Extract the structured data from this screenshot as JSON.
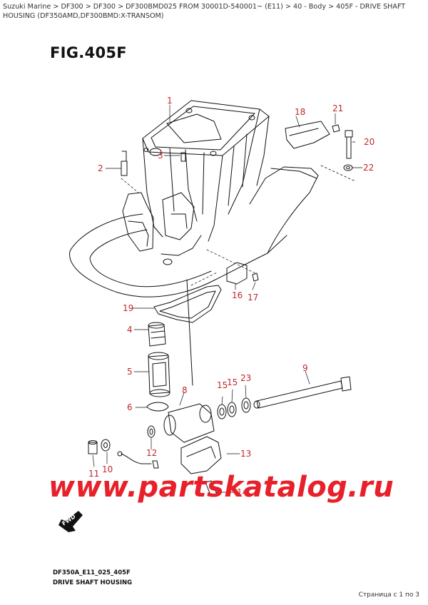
{
  "breadcrumb": "Suzuki Marine > DF300 > DF300 > DF300BMD025 FROM 30001D-540001~ (E11) > 40 - Body > 405F - DRIVE SHAFT HOUSING (DF350AMD,DF300BMD:X-TRANSOM)",
  "figure_title": "FIG.405F",
  "callouts": [
    "1",
    "2",
    "3",
    "4",
    "5",
    "6",
    "8",
    "9",
    "10",
    "11",
    "12",
    "13",
    "14",
    "15",
    "15",
    "16",
    "17",
    "18",
    "19",
    "20",
    "21",
    "22",
    "23"
  ],
  "figure_code": "DF350A_E11_025_405F",
  "figure_caption": "DRIVE SHAFT HOUSING",
  "fwd_label": "FWD",
  "watermark": "www.partskatalog.ru",
  "page_info": "Страница с 1 по 3",
  "colors": {
    "callout": "#c0272d",
    "watermark": "#e8202a",
    "line": "#111111"
  }
}
